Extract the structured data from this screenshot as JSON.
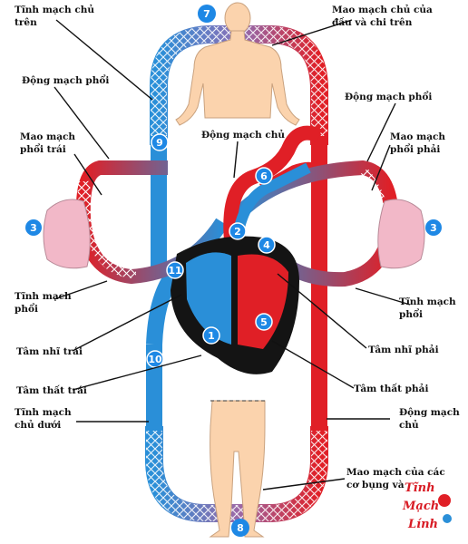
{
  "labels": {
    "tinh_mach_chu_tren_1": "Tĩnh mạch chủ",
    "tinh_mach_chu_tren_2": "trên",
    "mao_mach_dau_1": "Mao mạch chủ của",
    "mao_mach_dau_2": "đầu và chi trên",
    "dong_mach_phoi_trai": "Động mạch phổi",
    "dong_mach_phoi_phai": "Động mạch phổi",
    "mao_mach_phoi_trai_1": "Mao mạch",
    "mao_mach_phoi_trai_2": "phổi trái",
    "mao_mach_phoi_phai_1": "Mao mạch",
    "mao_mach_phoi_phai_2": "phổi phải",
    "dong_mach_chu": "Động mạch chủ",
    "tinh_mach_phoi_trai_1": "Tĩnh mạch",
    "tinh_mach_phoi_trai_2": "phổi",
    "tinh_mach_phoi_phai_1": "Tĩnh mạch",
    "tinh_mach_phoi_phai_2": "phổi",
    "tam_nhi_trai": "Tâm nhĩ trái",
    "tam_nhi_phai": "Tâm nhĩ phải",
    "tam_that_trai": "Tâm thất trái",
    "tam_that_phai": "Tâm thất phải",
    "tinh_mach_chu_duoi_1": "Tĩnh mạch",
    "tinh_mach_chu_duoi_2": "chủ dưới",
    "dong_mach_chu_duoi_1": "Động mạch",
    "dong_mach_chu_duoi_2": "chủ",
    "mao_mach_bung_1": "Mao mạch của các",
    "mao_mach_bung_2": "cơ bụng và"
  },
  "numbers": {
    "n1": "1",
    "n2": "2",
    "n3a": "3",
    "n3b": "3",
    "n4": "4",
    "n5": "5",
    "n6": "6",
    "n7": "7",
    "n8": "8",
    "n9": "9",
    "n10": "10",
    "n11": "11"
  },
  "logo": {
    "line1": "Tĩnh",
    "line2": "Mạch",
    "line3": "Lính"
  },
  "colors": {
    "venous_blue": "#2a8fd8",
    "arterial_red": "#e01f26",
    "heart_dark": "#141414",
    "body_skin": "#fbd3ad",
    "lung_pink": "#f2b8c8",
    "badge_blue": "#1e88e5"
  }
}
